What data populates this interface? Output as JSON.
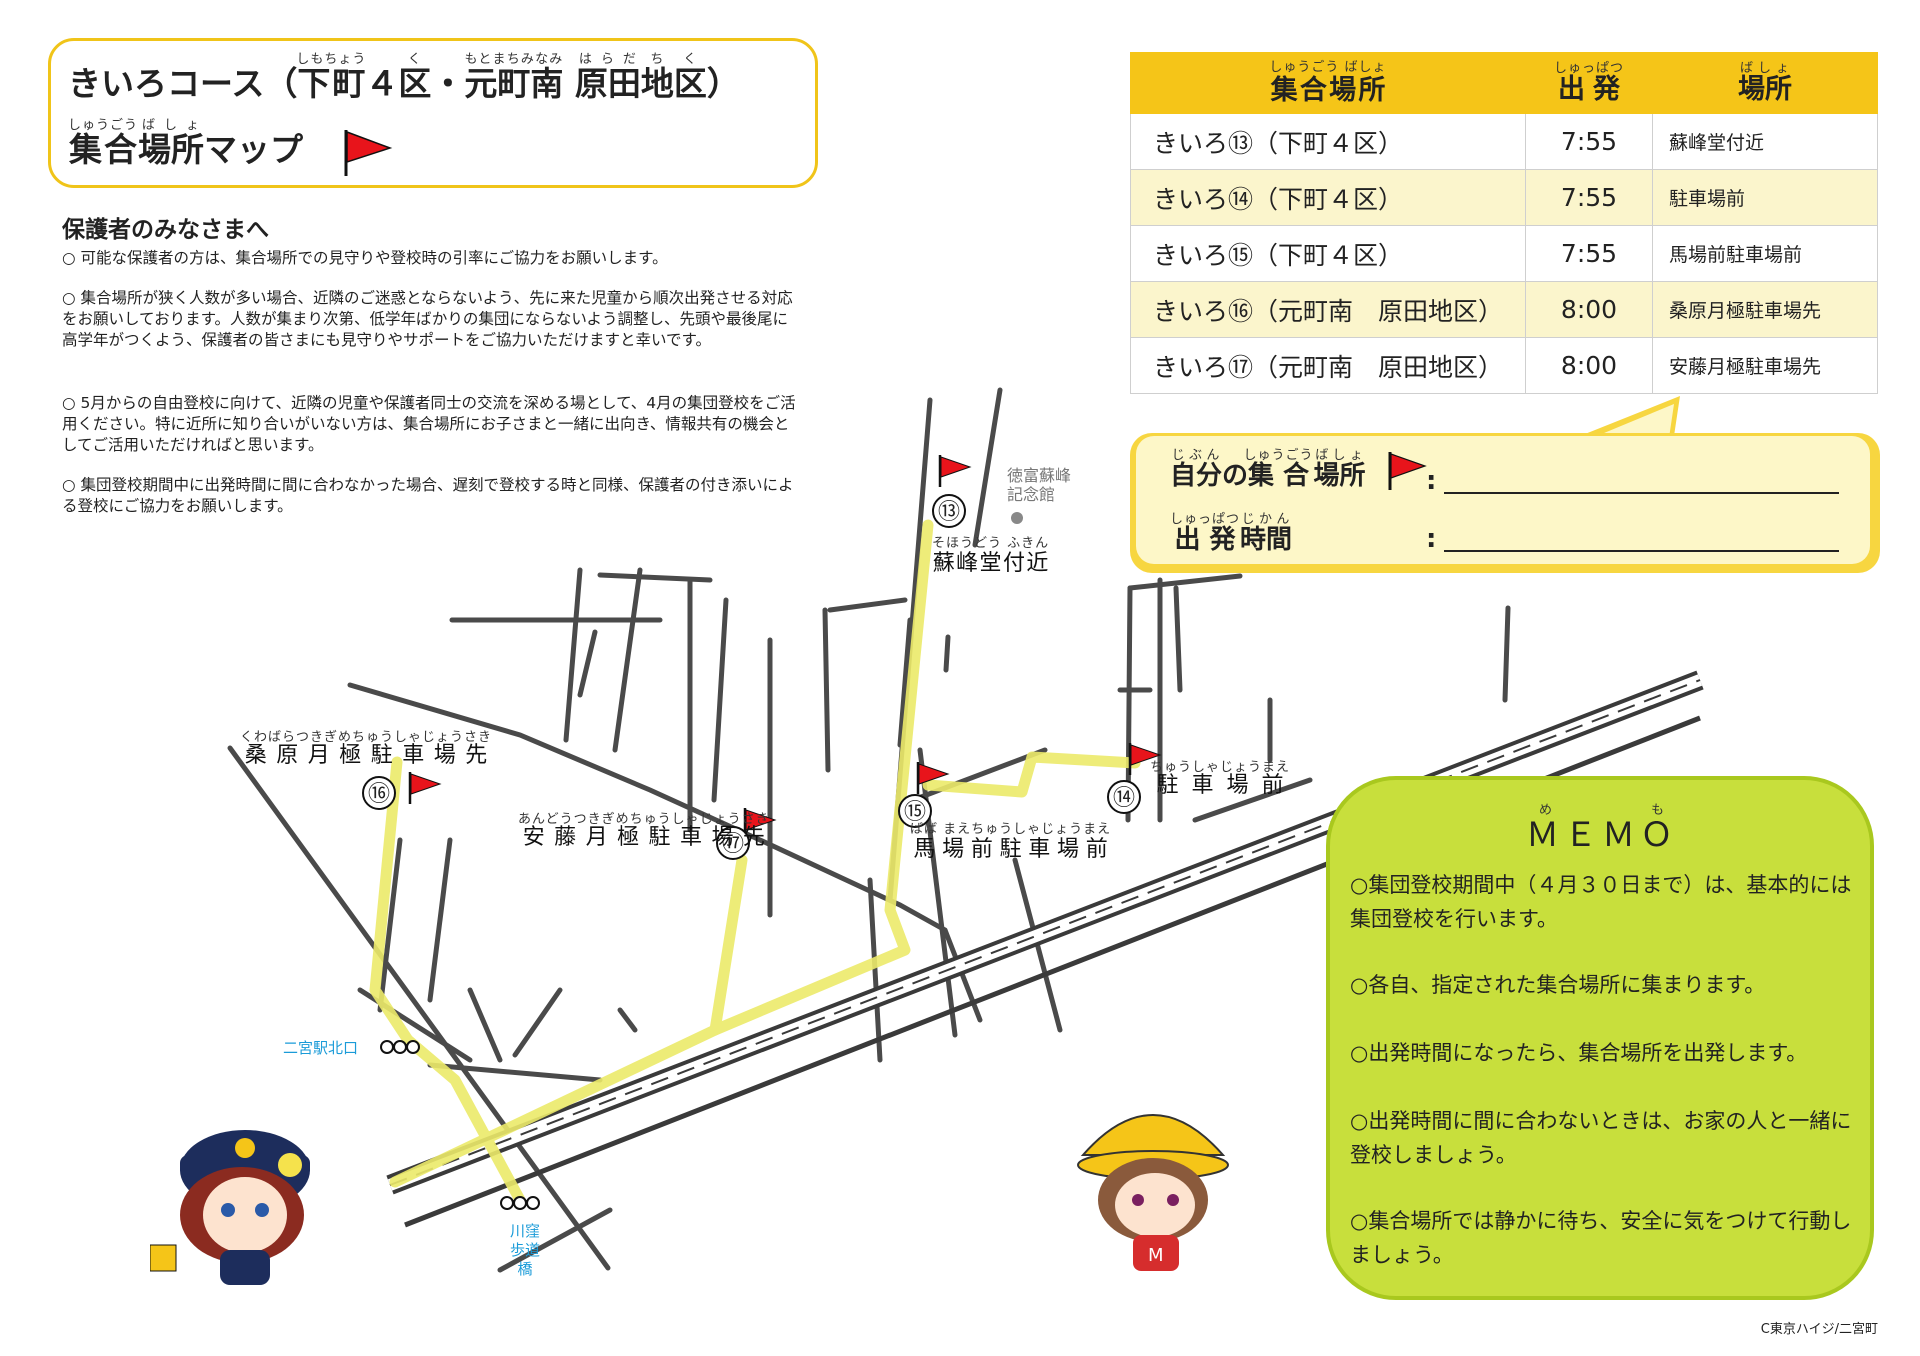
{
  "header": {
    "title_line1": {
      "prefix": "きいろコース（",
      "kanji1": "下町",
      "ruby1": "しもちょう",
      "num": "４",
      "kanji2": "区",
      "ruby2": "く",
      "mid": "・",
      "kanji3": "元町南",
      "ruby3": "もとまちみなみ",
      "space": " ",
      "kanji4": "原田",
      "ruby4": "はらだ",
      "kanji5": "地区",
      "ruby5": "ちく",
      "suffix": "）"
    },
    "title_line2": {
      "kanji1": "集合",
      "ruby1": "しゅうごう",
      "kanji2": "場所",
      "ruby2": "ばしょ",
      "suffix": "マップ"
    }
  },
  "notice": {
    "heading": "保護者のみなさまへ",
    "items": [
      "○ 可能な保護者の方は、集合場所での見守りや登校時の引率にご協力をお願いします。",
      "○ 集合場所が狭く人数が多い場合、近隣のご迷惑とならないよう、先に来た児童から順次出発させる対応をお願いしております。人数が集まり次第、低学年ばかりの集団にならないよう調整し、先頭や最後尾に高学年がつくよう、保護者の皆さまにも見守りやサポートをご協力いただけますと幸いです。",
      "○ 5月からの自由登校に向けて、近隣の児童や保護者同士の交流を深める場として、4月の集団登校をご活用ください。特に近所に知り合いがいない方は、集合場所にお子さまと一緒に出向き、情報共有の機会としてご活用いただければと思います。",
      "○ 集団登校期間中に出発時間に間に合わなかった場合、遅刻で登校する時と同様、保護者の付き添いによる登校にご協力をお願いします。"
    ]
  },
  "table": {
    "headers": [
      {
        "kanji": "集合場所",
        "ruby": "しゅうごう ばしょ"
      },
      {
        "kanji": "出発",
        "ruby": "しゅっぱつ"
      },
      {
        "kanji": "場所",
        "ruby": "ばしょ"
      }
    ],
    "rows": [
      {
        "course": "きいろ⑬（下町４区）",
        "time": "7:55",
        "place": "蘇峰堂付近"
      },
      {
        "course": "きいろ⑭（下町４区）",
        "time": "7:55",
        "place": "駐車場前"
      },
      {
        "course": "きいろ⑮（下町４区）",
        "time": "7:55",
        "place": "馬場前駐車場前"
      },
      {
        "course": "きいろ⑯（元町南　原田地区）",
        "time": "8:00",
        "place": "桑原月極駐車場先"
      },
      {
        "course": "きいろ⑰（元町南　原田地区）",
        "time": "8:00",
        "place": "安藤月極駐車場先"
      }
    ]
  },
  "own": {
    "place_label": {
      "kanji1": "自分",
      "ruby1": "じぶん",
      "mid": "の",
      "kanji2": "集合",
      "ruby2": "しゅうごう",
      "kanji3": "場所",
      "ruby3": "ばしょ"
    },
    "time_label": {
      "kanji1": "出発",
      "ruby1": "しゅっぱつ",
      "kanji2": "時間",
      "ruby2": "じかん"
    },
    "colon": ":"
  },
  "map": {
    "landmark": "徳富蘇峰記念館",
    "stations": [
      "二宮駅北口",
      "川窪歩道橋"
    ],
    "points": [
      {
        "num": "⑬",
        "label": "蘇峰堂付近",
        "ruby": "そほうどう ふきん"
      },
      {
        "num": "⑭",
        "label": "駐車場前",
        "ruby": "ちゅうしゃじょうまえ"
      },
      {
        "num": "⑮",
        "label": "馬場前駐車場前",
        "ruby": "ばば まえちゅうしゃじょうまえ"
      },
      {
        "num": "⑯",
        "label": "桑原月極駐車場先",
        "ruby": "くわばらつきぎめちゅうしゃじょうさき"
      },
      {
        "num": "⑰",
        "label": "安藤月極駐車場先",
        "ruby": "あんどうつきぎめちゅうしゃじょうさき"
      }
    ]
  },
  "memo": {
    "title": "ＭＥＭＯ",
    "title_ruby": "めも",
    "items": [
      "○集団登校期間中（４月３０日まで）は、基本的には集団登校を行います。",
      "○各自、指定された集合場所に集まります。",
      "○出発時間になったら、集合場所を出発します。",
      "○出発時間に間に合わないときは、お家の人と一緒に登校しましょう。",
      "○集合場所では静かに待ち、安全に気をつけて行動しましょう。"
    ]
  },
  "credit": "C東京ハイジ/二宮町",
  "colors": {
    "accent_yellow": "#f5c518",
    "route_yellow": "#ecea6a",
    "memo_green": "#c8df3c",
    "flag_red": "#e8141b",
    "station_blue": "#1a9bd8"
  }
}
